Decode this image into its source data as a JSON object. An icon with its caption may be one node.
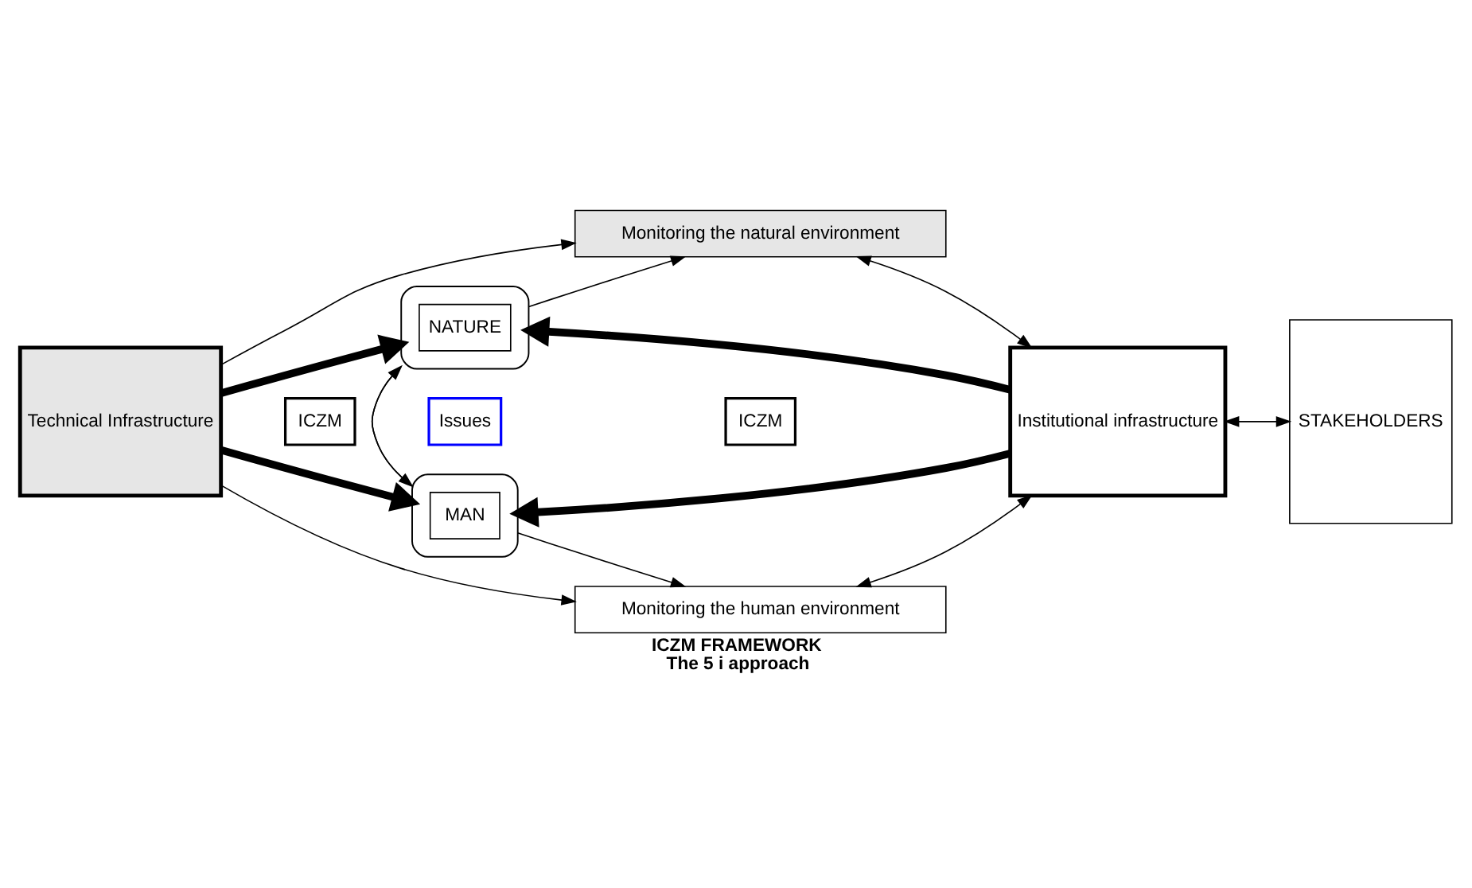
{
  "diagram": {
    "title": "ICZM FRAMEWORK",
    "caption": "The 5 i approach",
    "nodes": [
      {
        "text": [
          "Monitoring the natural environment"
        ]
      },
      {
        "text": [
          "Technical Infrastructure"
        ]
      },
      {
        "text": [],
        "shape": "ellipse"
      },
      {
        "text": [
          "NATURE"
        ],
        "in": 2
      },
      {
        "text": [
          "ICZM"
        ]
      },
      {
        "text": [
          "Issues"
        ]
      },
      {
        "text": [
          "ICZM"
        ]
      },
      {
        "text": [
          "Institutional infrastructure"
        ]
      },
      {
        "text": [
          "STAKEHOLDERS"
        ]
      },
      {
        "text": [],
        "shape": "ellipse"
      },
      {
        "text": [
          "MAN"
        ],
        "in": 9
      },
      {
        "text": [
          "Monitoring the human environment"
        ]
      }
    ],
    "edges": [
      {
        "from": 1,
        "to": 0,
        "arrow": "to"
      },
      {
        "from": 0,
        "to": 7,
        "arrow": "both"
      },
      {
        "from": 1,
        "to": 2,
        "arrow": "to",
        "style": "thick"
      },
      {
        "from": 7,
        "to": 2,
        "arrow": "to",
        "style": "thick"
      },
      {
        "from": 2,
        "to": 0,
        "arrow": "to"
      },
      {
        "from": 2,
        "to": 9,
        "arrow": "to"
      },
      {
        "from": 9,
        "to": 2,
        "arrow": "to"
      },
      {
        "from": 1,
        "to": 9,
        "arrow": "to",
        "style": "thick"
      },
      {
        "from": 7,
        "to": 9,
        "arrow": "to",
        "style": "thick"
      },
      {
        "from": 9,
        "to": 11,
        "arrow": "to"
      },
      {
        "from": 1,
        "to": 11,
        "arrow": "to"
      },
      {
        "from": 11,
        "to": 7,
        "arrow": "both"
      },
      {
        "from": 7,
        "to": 8,
        "arrow": "both"
      }
    ]
  }
}
